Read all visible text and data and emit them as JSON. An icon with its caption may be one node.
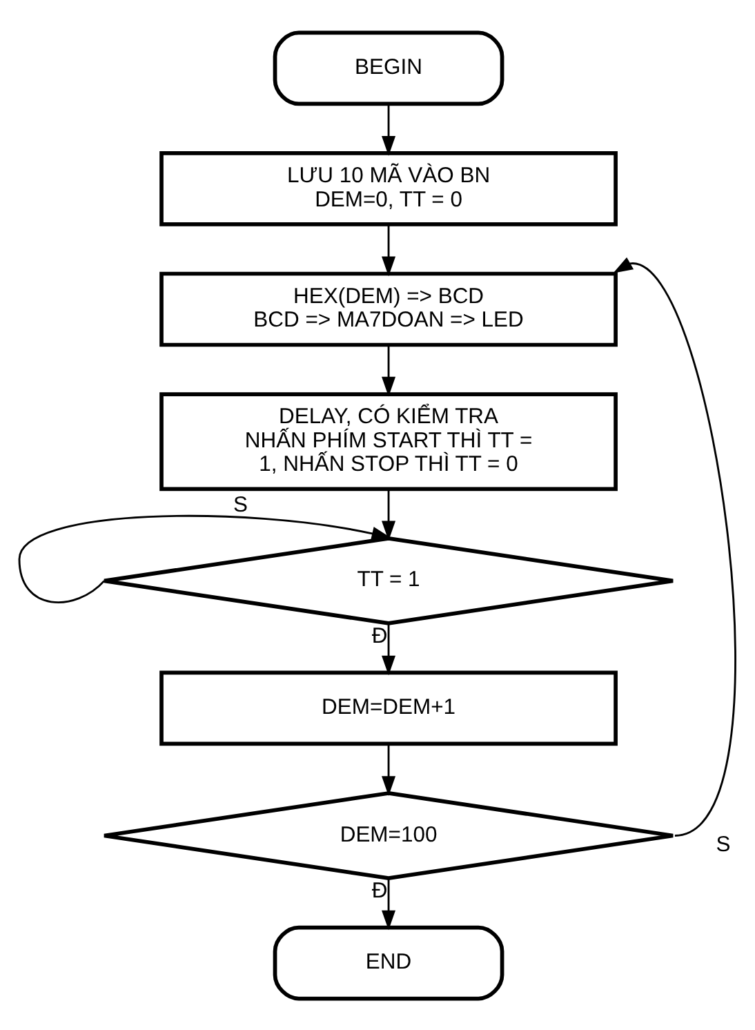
{
  "diagram": {
    "nodes": [
      {
        "text": [
          "BEGIN"
        ]
      },
      {
        "text": [
          "LƯU 10 MÃ VÀO BN DEM=0, TT = 0"
        ]
      },
      {
        "text": [
          "HEX(DEM) => BCD BCD => MA7DOAN => LED"
        ]
      },
      {
        "text": [
          "DELAY, CÓ KIỂM TRA NHẤN PHÍM START THÌ TT = 1, NHẤN STOP THÌ TT = 0"
        ]
      },
      {
        "text": [
          "TT = 1"
        ]
      },
      {
        "text": [
          "DEM=DEM+1"
        ]
      },
      {
        "text": [
          "DEM=100"
        ]
      },
      {
        "text": [
          "END"
        ]
      }
    ],
    "edges": [
      {
        "from": 0,
        "to": 1,
        "arrow": "to"
      },
      {
        "from": 1,
        "to": 2,
        "arrow": "to"
      },
      {
        "from": 2,
        "to": 3,
        "arrow": "to"
      },
      {
        "from": 3,
        "to": 4,
        "arrow": "to"
      },
      {
        "from": 4,
        "to": 4,
        "arrow": "to",
        "label": "S"
      },
      {
        "from": 4,
        "to": 5,
        "arrow": "to",
        "label": "Đ"
      },
      {
        "from": 5,
        "to": 6,
        "arrow": "to"
      },
      {
        "from": 6,
        "to": 7,
        "arrow": "to",
        "label": "Đ"
      },
      {
        "from": 6,
        "to": 2,
        "arrow": "to",
        "label": "S"
      }
    ]
  }
}
